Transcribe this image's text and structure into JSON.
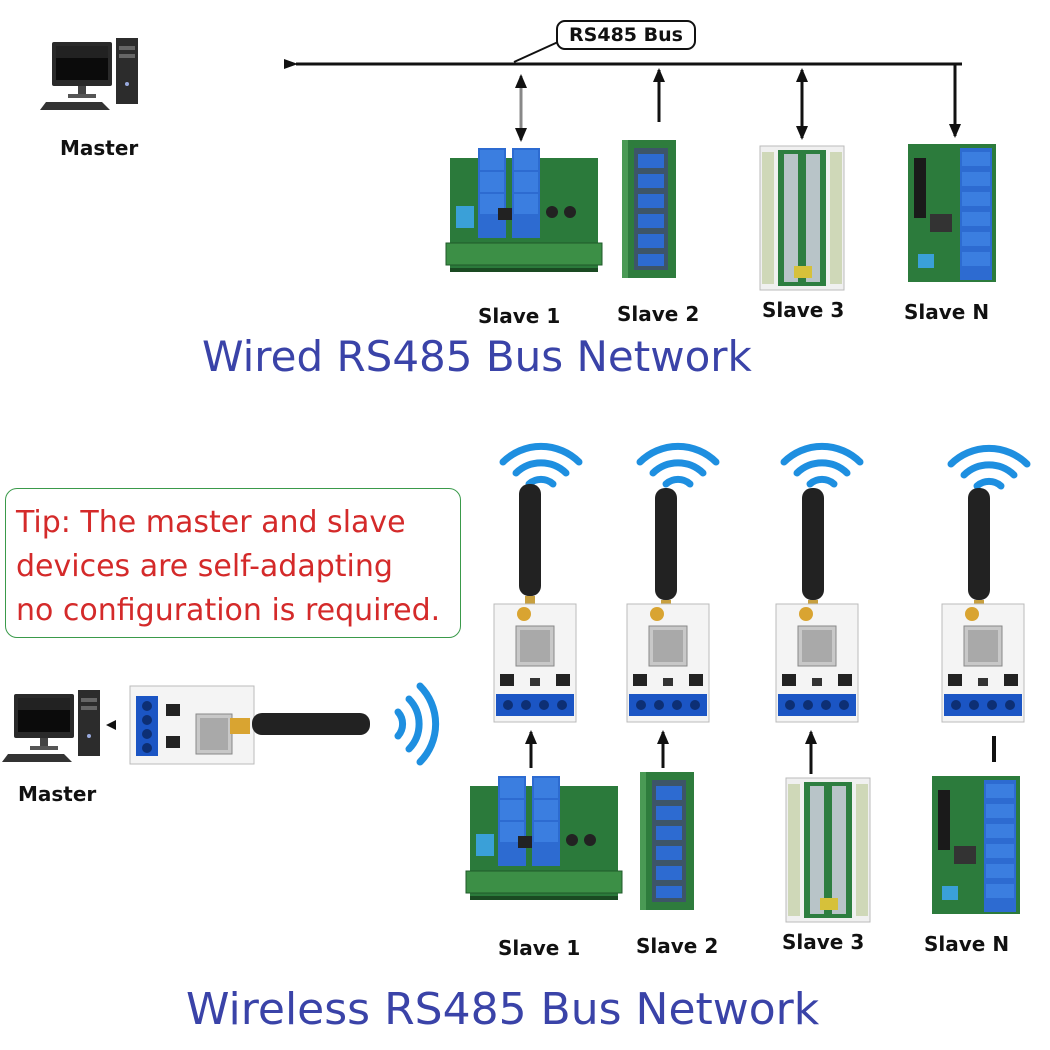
{
  "wired": {
    "title": "Wired RS485 Bus Network",
    "bus_label": "RS485 Bus",
    "master_label": "Master",
    "slaves": [
      "Slave 1",
      "Slave 2",
      "Slave 3",
      "Slave N"
    ]
  },
  "wireless": {
    "title": "Wireless RS485 Bus Network",
    "master_label": "Master",
    "slaves": [
      "Slave 1",
      "Slave 2",
      "Slave 3",
      "Slave N"
    ],
    "tip_lines": [
      "Tip: The master and slave",
      "devices are self-adapting",
      "no configuration is required."
    ]
  },
  "colors": {
    "title": "#3a43a8",
    "tip_text": "#d42a2a",
    "tip_border": "#3a9a4a",
    "pcb_green": "#2f7a3c",
    "relay_blue": "#2f6fc4",
    "wifi_blue": "#1e8fe0"
  }
}
